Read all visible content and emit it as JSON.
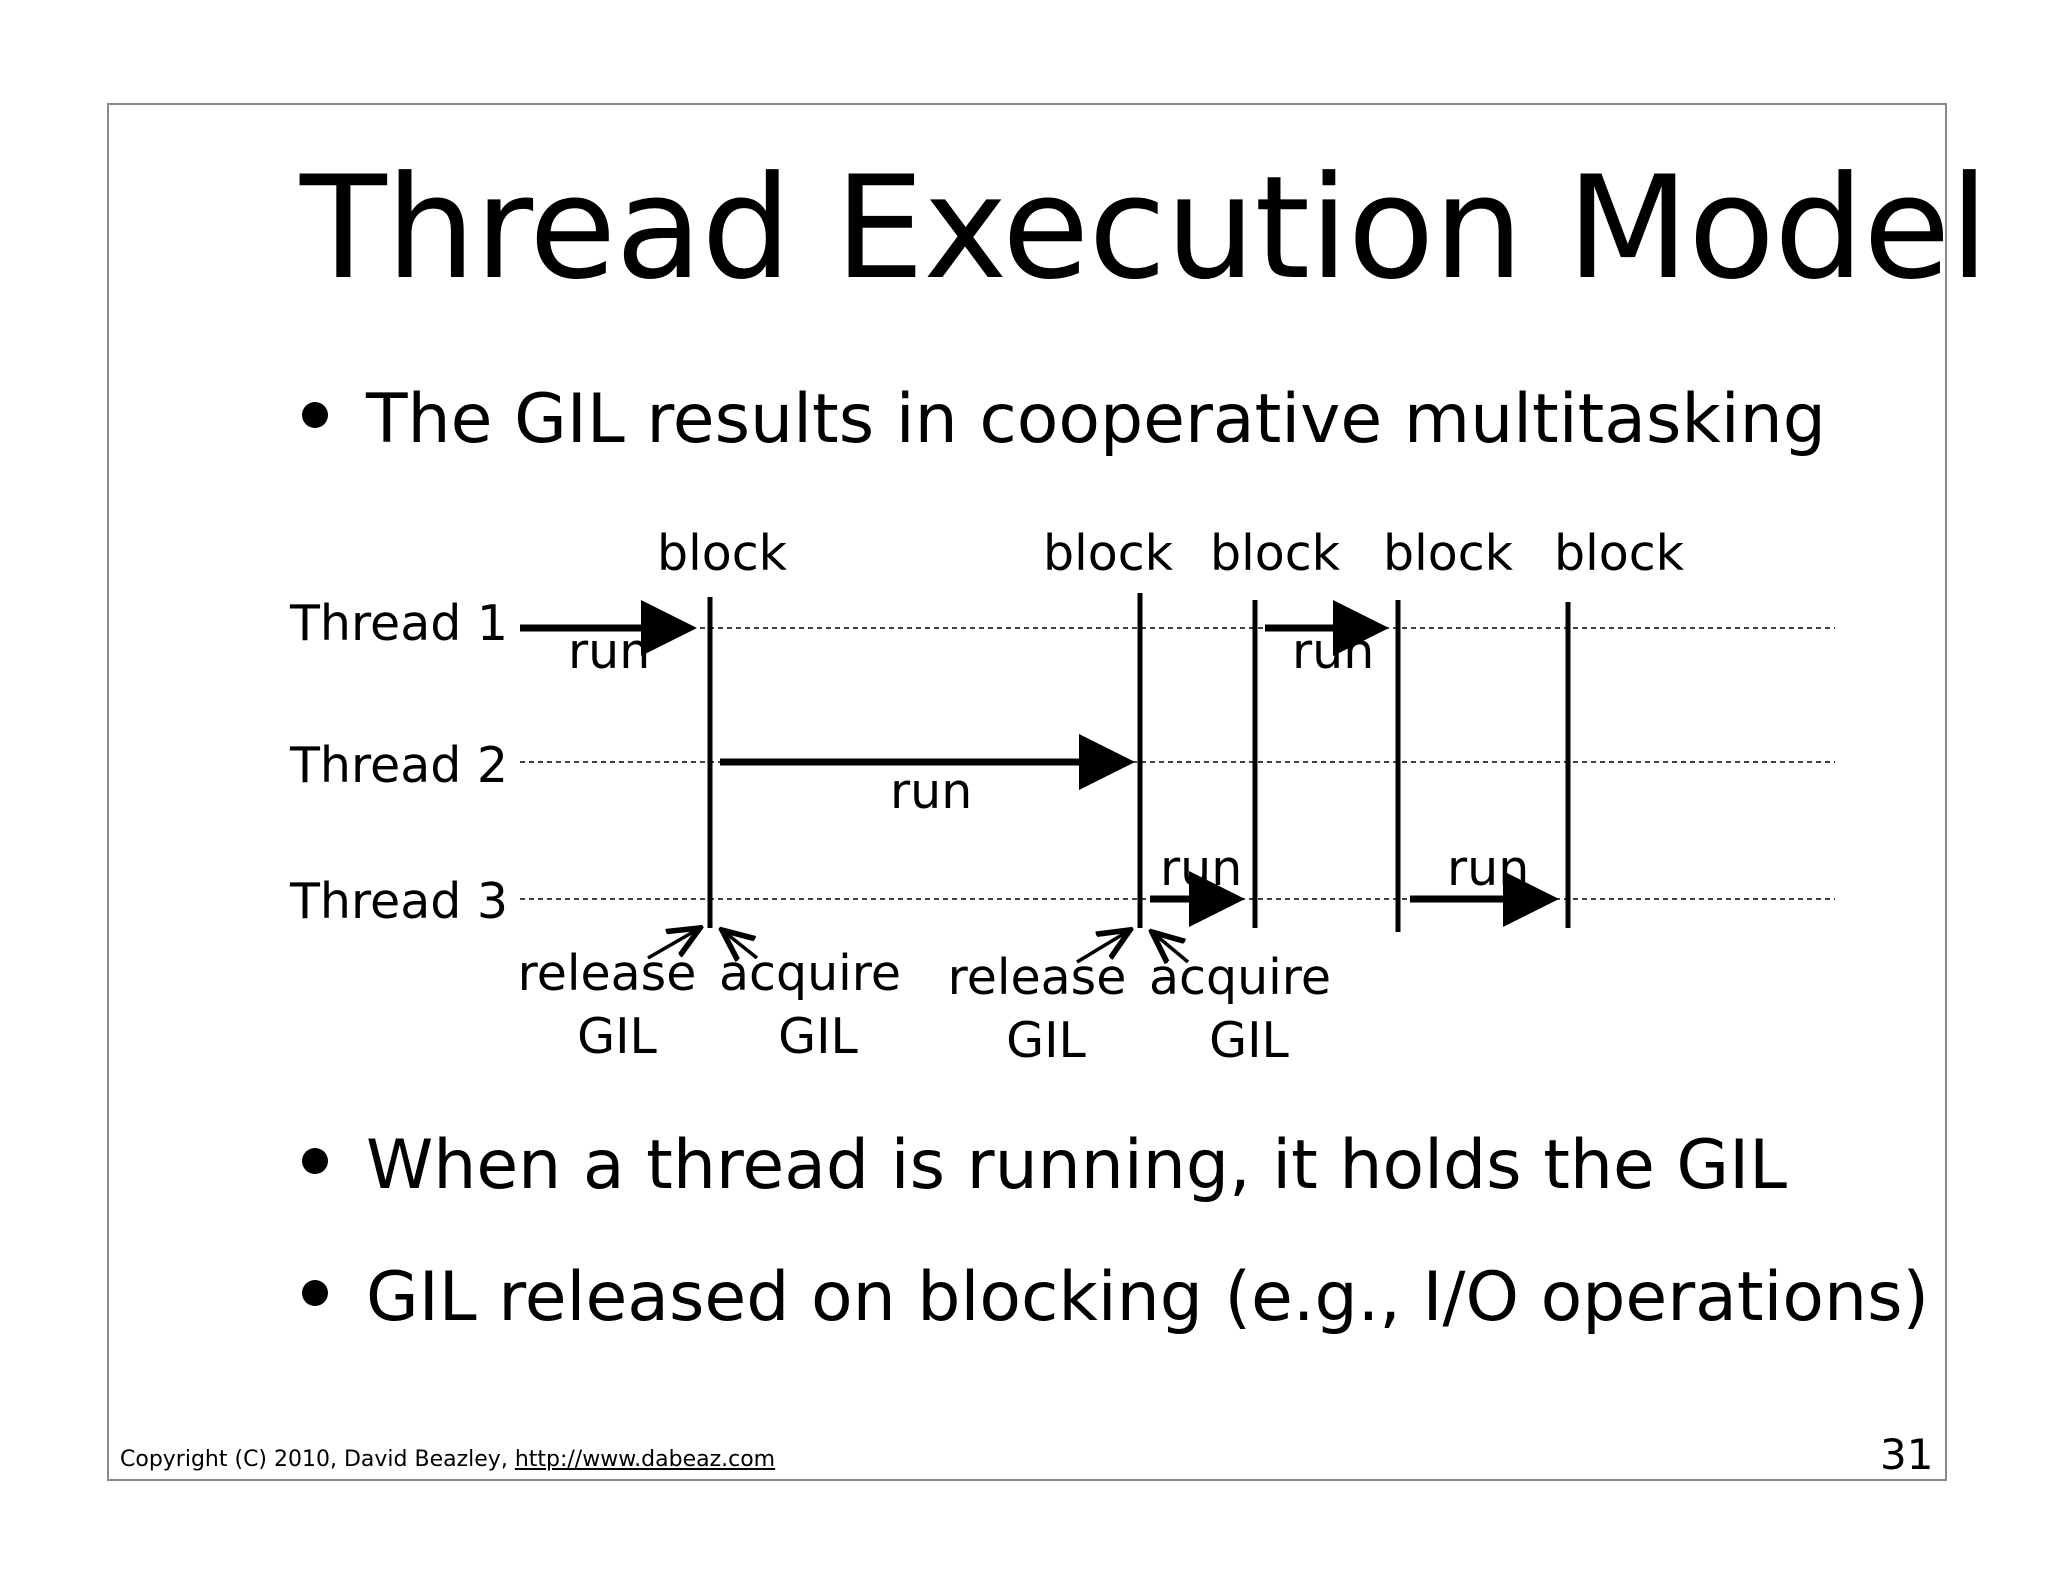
{
  "title": "Thread Execution Model",
  "bullets": [
    "The GIL results in cooperative multitasking",
    "When a thread is running, it holds the GIL",
    "GIL released on blocking (e.g., I/O operations)"
  ],
  "diagram": {
    "threads": [
      "Thread 1",
      "Thread 2",
      "Thread 3"
    ],
    "block_labels": [
      "block",
      "block",
      "block",
      "block",
      "block"
    ],
    "run_labels": [
      "run",
      "run",
      "run",
      "run",
      "run"
    ],
    "gil_labels": [
      {
        "line1": "release",
        "line2": "GIL"
      },
      {
        "line1": "acquire",
        "line2": "GIL"
      },
      {
        "line1": "release",
        "line2": "GIL"
      },
      {
        "line1": "acquire",
        "line2": "GIL"
      }
    ]
  },
  "footer": {
    "copyright": "Copyright (C) 2010,  David Beazley, ",
    "url": "http://www.dabeaz.com"
  },
  "page_number": "31"
}
